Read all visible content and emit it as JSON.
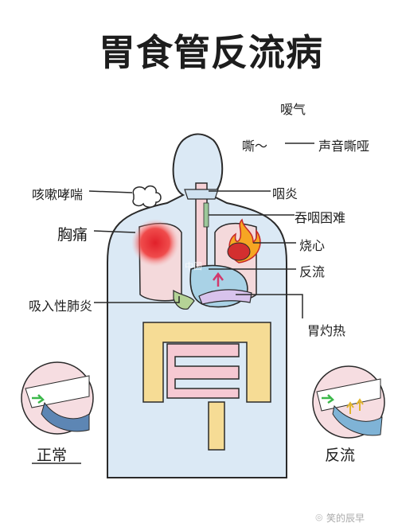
{
  "title": "胃食管反流病",
  "labels": {
    "hiccup": "嗳气",
    "hoarse_cry": "嘶～",
    "hoarseness": "声音嘶哑",
    "cough_asthma": "咳嗽哮喘",
    "pharyngitis": "咽炎",
    "dysphagia": "吞咽困难",
    "chest_pain": "胸痛",
    "heartburn": "烧心",
    "reflux": "反流",
    "aspiration_pneumonia": "吸入性肺炎",
    "stomach_burn": "胃灼热",
    "normal": "正常",
    "reflux_bottom": "反流"
  },
  "watermark": "笑的辰早",
  "center_watermark": "中国"
}
